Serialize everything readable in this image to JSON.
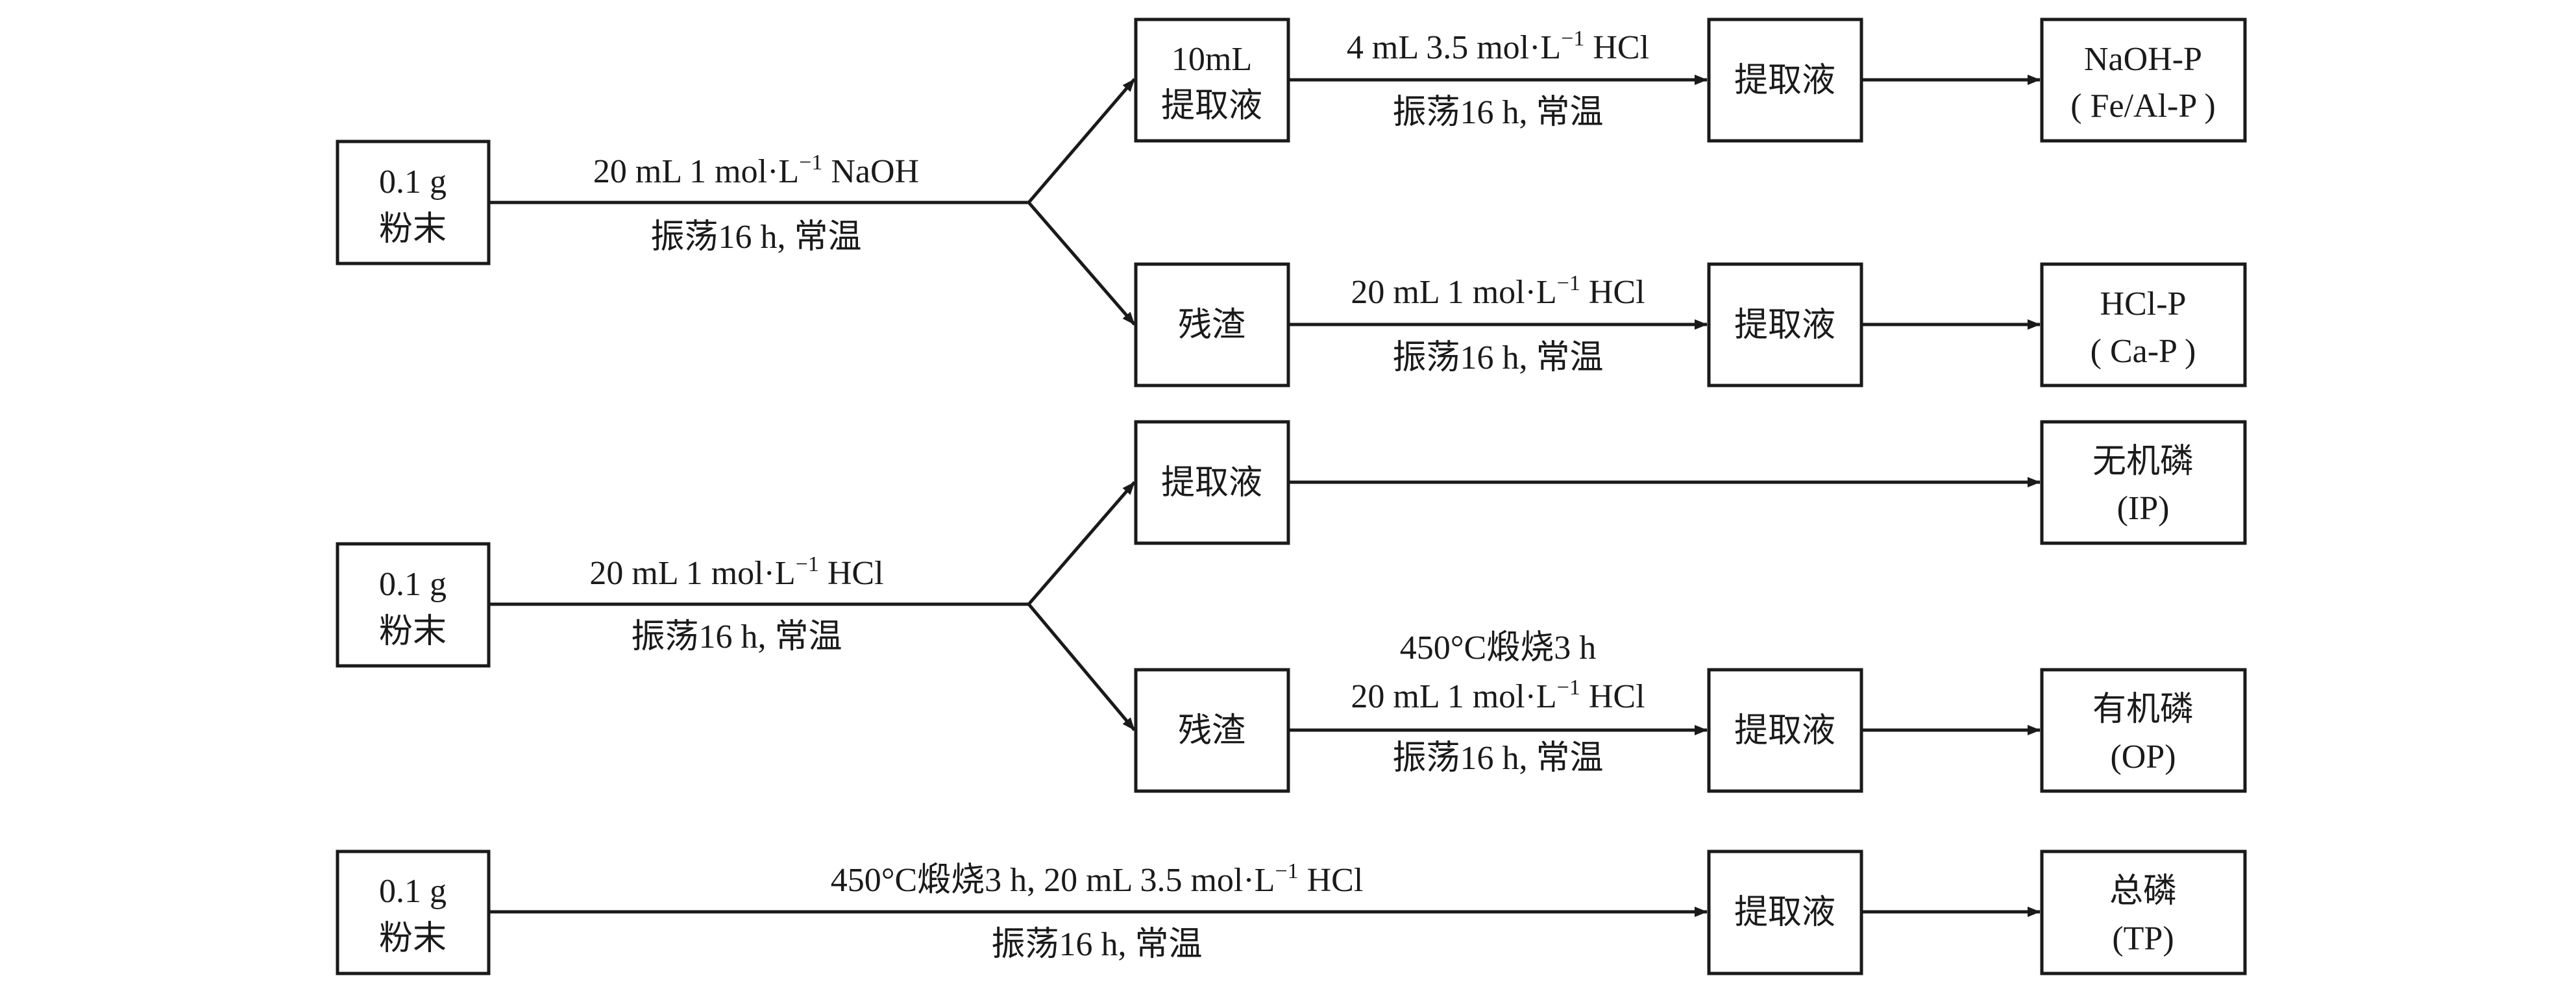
{
  "colors": {
    "ink": "#1a1a1a",
    "background": "#ffffff"
  },
  "row1": {
    "sample": {
      "line1": "0.1 g",
      "line2": "粉末"
    },
    "reagent": {
      "prefix": "20 mL 1 mol·L",
      "exponent": "−1",
      "suffix": " NaOH"
    },
    "condition": "振荡16 h, 常温",
    "extract_box": {
      "line1": "10mL",
      "line2": "提取液"
    },
    "extract_reagent": {
      "prefix": "4 mL 3.5 mol·L",
      "exponent": "−1",
      "suffix": " HCl"
    },
    "extract_condition": "振荡16 h, 常温",
    "extract_result_box": "提取液",
    "extract_product": {
      "line1": "NaOH-P",
      "line2": "( Fe/Al-P )"
    },
    "residue_box": "残渣",
    "residue_reagent": {
      "prefix": "20 mL 1 mol·L",
      "exponent": "−1",
      "suffix": " HCl"
    },
    "residue_condition": "振荡16 h, 常温",
    "residue_result_box": "提取液",
    "residue_product": {
      "line1": "HCl-P",
      "line2": "( Ca-P )"
    }
  },
  "row2": {
    "sample": {
      "line1": "0.1 g",
      "line2": "粉末"
    },
    "reagent": {
      "prefix": "20 mL 1 mol·L",
      "exponent": "−1",
      "suffix": " HCl"
    },
    "condition": "振荡16 h, 常温",
    "extract_box": "提取液",
    "extract_product": {
      "line1": "无机磷",
      "line2": "(IP)"
    },
    "residue_box": "残渣",
    "residue_step1": "450°C煅烧3 h",
    "residue_reagent": {
      "prefix": "20 mL 1 mol·L",
      "exponent": "−1",
      "suffix": " HCl"
    },
    "residue_condition": "振荡16 h, 常温",
    "residue_result_box": "提取液",
    "residue_product": {
      "line1": "有机磷",
      "line2": "(OP)"
    }
  },
  "row3": {
    "sample": {
      "line1": "0.1 g",
      "line2": "粉末"
    },
    "reagent": {
      "prefix": "450°C煅烧3 h, 20 mL 3.5 mol·L",
      "exponent": "−1",
      "suffix": " HCl"
    },
    "condition": "振荡16 h, 常温",
    "result_box": "提取液",
    "product": {
      "line1": "总磷",
      "line2": "(TP)"
    }
  }
}
